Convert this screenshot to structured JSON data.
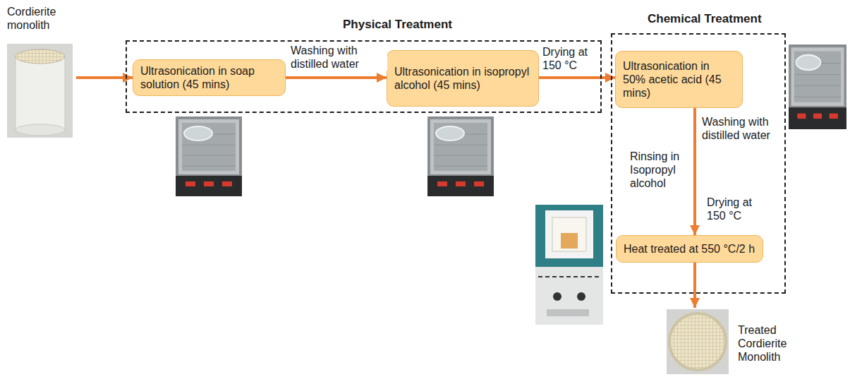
{
  "diagram": {
    "nodes": [
      {
        "text": [
          "Cordierite monolith"
        ]
      },
      {
        "text": [
          "Physical Treatment"
        ]
      },
      {
        "text": [
          "Ultrasonication in soap solution (45 mins)"
        ],
        "in": 1
      },
      {
        "text": [
          "Ultrasonication in isopropyl alcohol (45 mins)"
        ],
        "in": 1
      },
      {
        "text": [
          "Chemical Treatment"
        ]
      },
      {
        "text": [
          "Ultrasonication in 50% acetic acid (45 mins)"
        ],
        "in": 4
      },
      {
        "text": [
          "Heat treated at 550 °C/2 h"
        ],
        "in": 4
      },
      {
        "text": [
          "Treated Cordierite Monolith"
        ]
      }
    ],
    "edges": [
      {
        "from": 0,
        "to": 2,
        "arrow": "to"
      },
      {
        "from": 2,
        "to": 3,
        "arrow": "to",
        "label": "Washing with distilled water"
      },
      {
        "from": 3,
        "to": 5,
        "arrow": "to",
        "label": "Drying at 150 °C"
      },
      {
        "from": 5,
        "to": 6,
        "arrow": "to",
        "label": "Washing with distilled water"
      },
      {
        "from": 6,
        "to": 7,
        "arrow": "to"
      }
    ],
    "labels": [
      "Rinsing in Isopropyl alcohol",
      "Drying at 150 °C"
    ]
  }
}
